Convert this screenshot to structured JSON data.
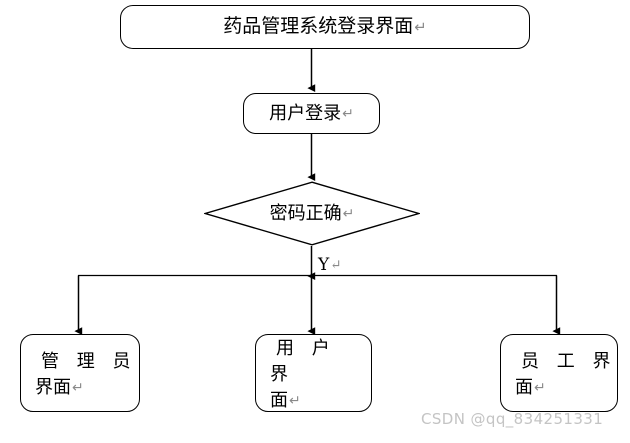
{
  "diagram": {
    "type": "flowchart",
    "title_node": {
      "label": "药品管理系统登录界面",
      "return_mark": "↵",
      "shape": "rounded-rectangle"
    },
    "login_node": {
      "label": "用户登录",
      "return_mark": "↵",
      "shape": "rounded-rectangle"
    },
    "decision_node": {
      "label": "密码正确",
      "return_mark": "↵",
      "shape": "diamond"
    },
    "branch_label": {
      "text": "Y",
      "return_mark": "↵"
    },
    "outcome_nodes": [
      {
        "line1": "管 理 员",
        "line2": "界面",
        "return_mark": "↵",
        "shape": "rounded-rectangle"
      },
      {
        "line1": "用 户 界",
        "line2": "面",
        "return_mark": "↵",
        "shape": "rounded-rectangle"
      },
      {
        "line1": "员 工 界",
        "line2": "面",
        "return_mark": "↵",
        "shape": "rounded-rectangle"
      }
    ],
    "colors": {
      "stroke": "#000000",
      "fill": "#ffffff",
      "return_mark": "#8a8a8a",
      "watermark": "#c4c4c4"
    }
  },
  "watermark": {
    "text": "CSDN @qq_834251331"
  }
}
